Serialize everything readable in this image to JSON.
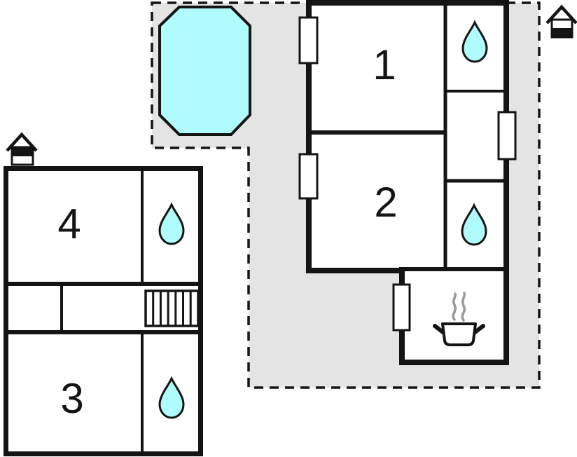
{
  "colors": {
    "background": "#ffffff",
    "wall": "#141414",
    "terrace_fill": "#e4e4e4",
    "water_fill": "#b0fbfc",
    "steam": "#999999"
  },
  "rooms": {
    "room1": {
      "label": "1"
    },
    "room2": {
      "label": "2"
    },
    "room3": {
      "label": "3"
    },
    "room4": {
      "label": "4"
    }
  },
  "icons": {
    "pool": "swimming-pool",
    "water_drop": "water-drop-bathroom",
    "cooking_pot": "cooking-pot-kitchen",
    "staircase": "staircase",
    "house_upper_filled": "house-orientation-upper-floor",
    "house_lower_filled": "house-orientation-ground-floor",
    "window": "window-opening"
  }
}
